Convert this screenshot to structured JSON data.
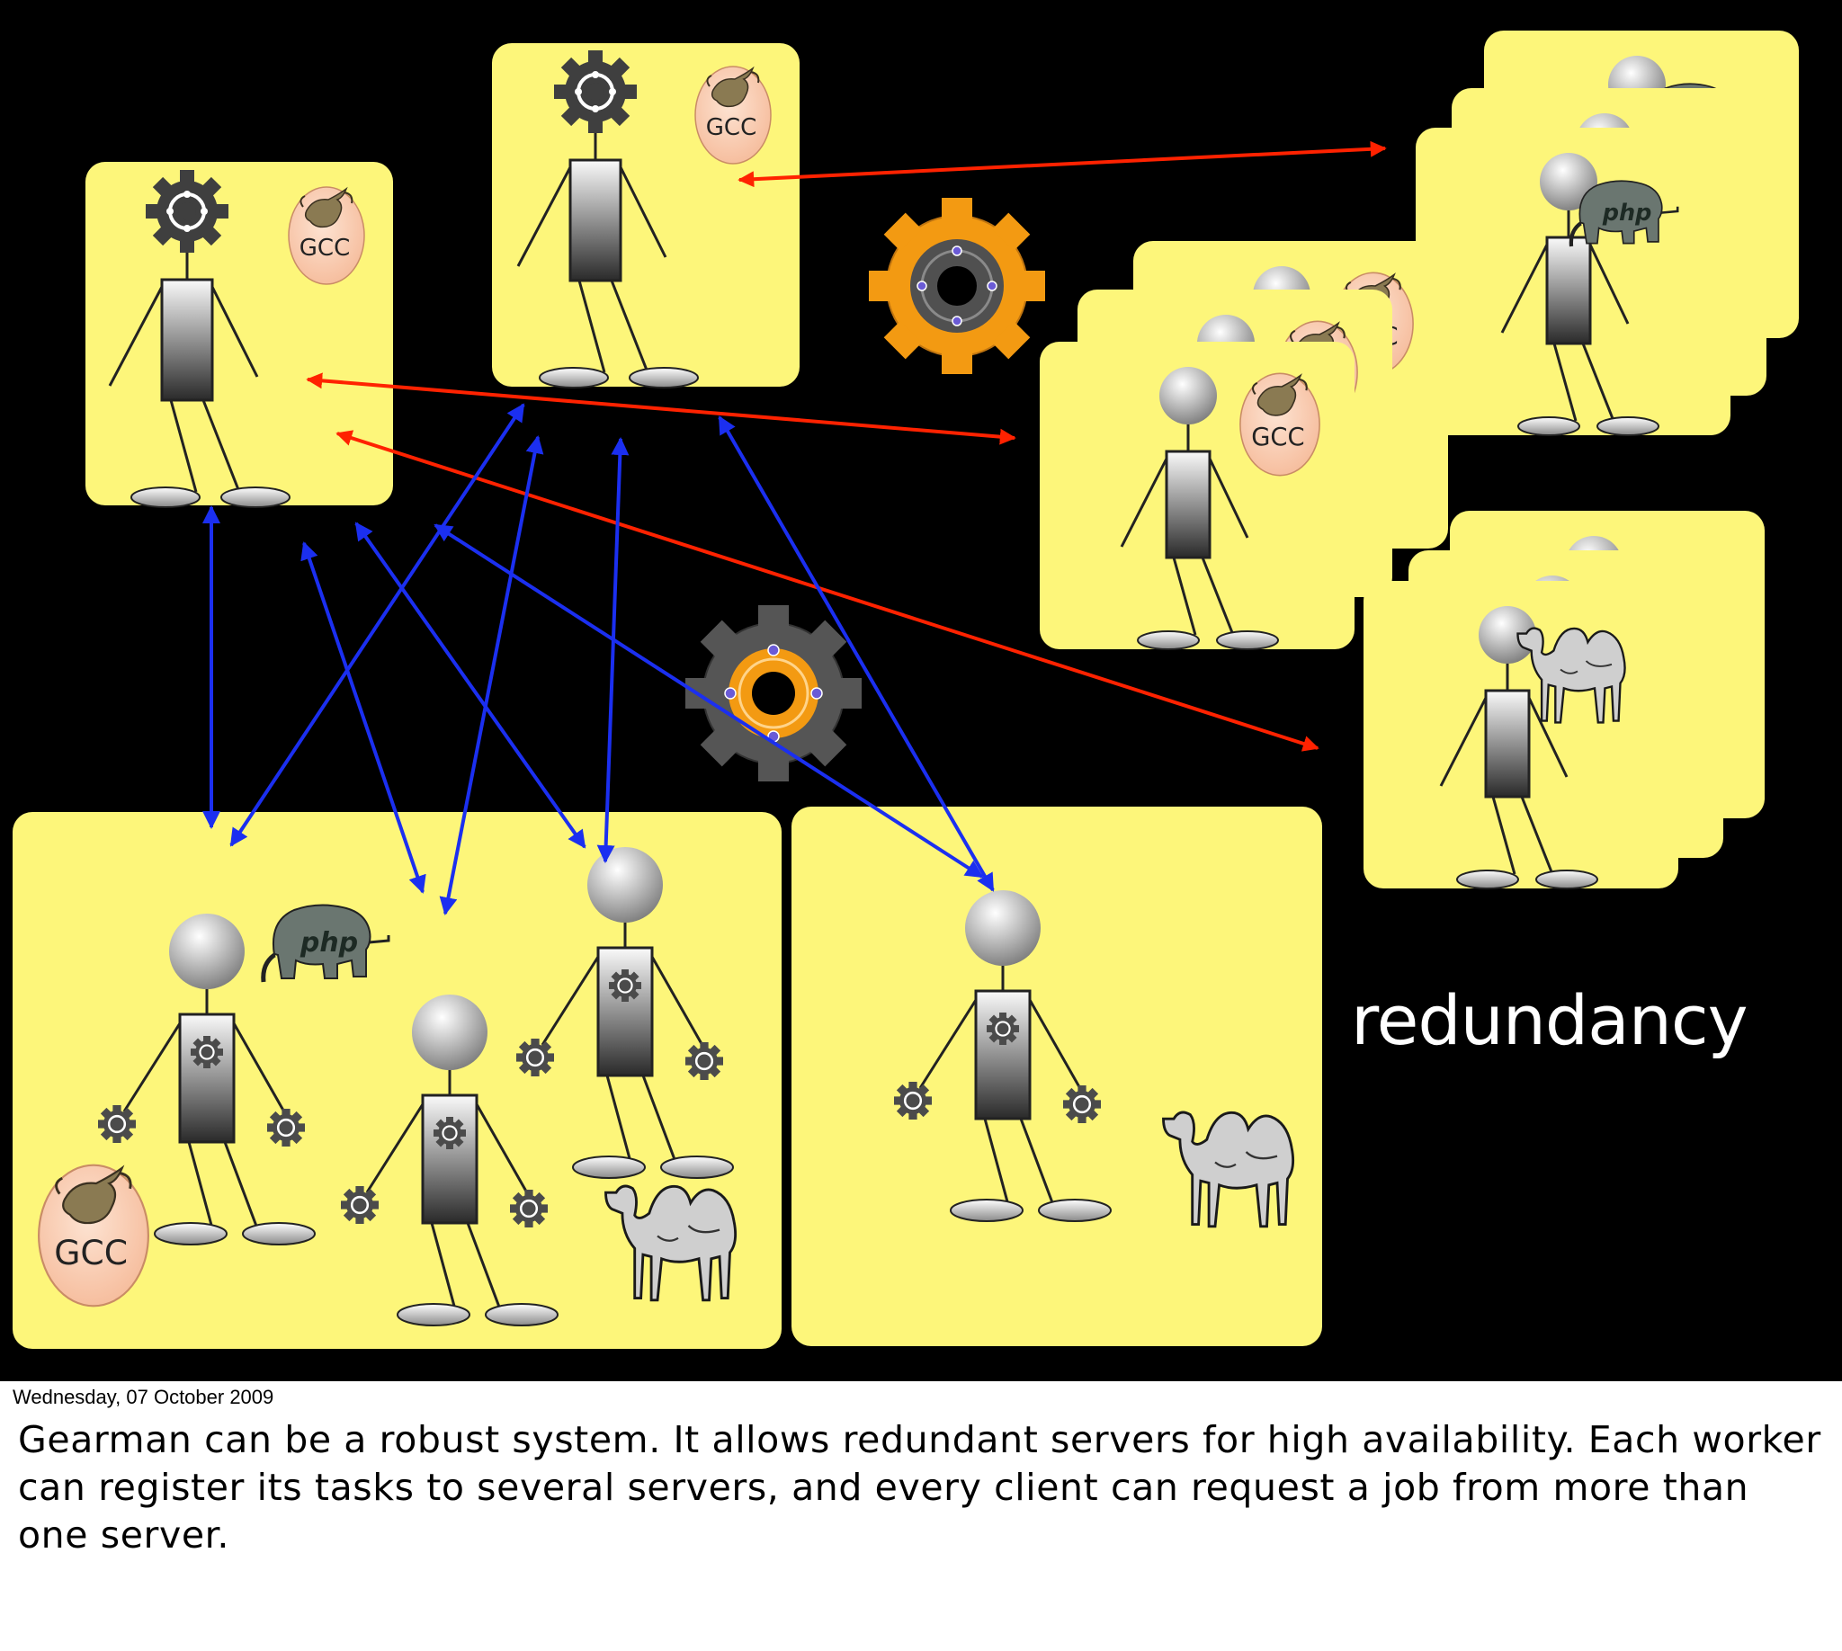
{
  "slide": {
    "title": "redundancy",
    "logo_labels": {
      "gcc": "GCC",
      "php": "php"
    }
  },
  "footer": {
    "date": "Wednesday, 07 October 2009",
    "notes": "Gearman can be a robust system. It allows redundant servers for high availability. Each worker can register its tasks to several servers, and every client can request a job from more than one server."
  },
  "colors": {
    "background": "#000000",
    "panel": "#fdf67a",
    "server_arrow": "#ff2200",
    "worker_arrow": "#1b2ff0",
    "gear_orange": "#f39a12",
    "gear_dark": "#555555",
    "notes_bg": "#ffffff"
  },
  "icons": [
    "gear-icon",
    "gcc-gnu-logo-icon",
    "php-elephant-icon",
    "perl-camel-icon",
    "stick-figure-icon"
  ]
}
